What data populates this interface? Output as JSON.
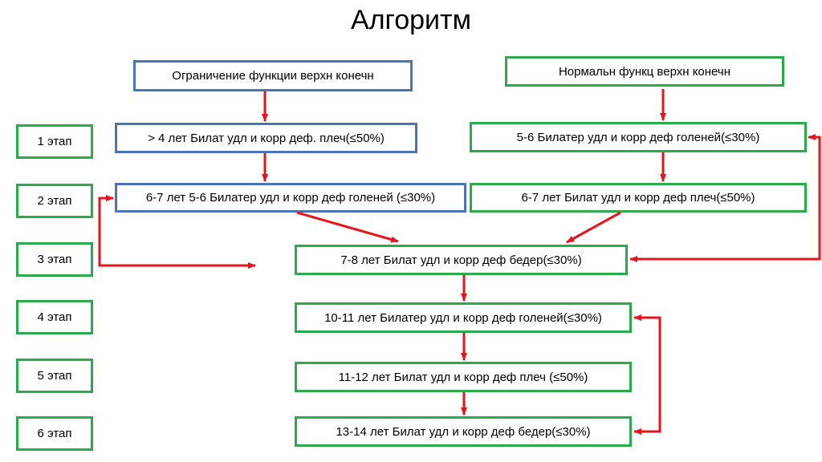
{
  "title": "Алгоритм",
  "stages": [
    "1 этап",
    "2 этап",
    "3 этап",
    "4 этап",
    "5 этап",
    "6 этап"
  ],
  "boxes": {
    "limited_header": "Ограничение функции верхн конечн",
    "normal_header": "Нормальн функц верхн конечн",
    "limited_stage1": "> 4 лет Билат удл и корр деф. плеч(≤50%)",
    "limited_stage2": "6-7 лет 5-6 Билатер удл и корр деф голеней  (≤30%)",
    "normal_stage1": "5-6 Билатер удл и корр деф голеней(≤30%)",
    "normal_stage2": "6-7 лет Билат удл и корр деф плеч(≤50%)",
    "stage3": "7-8 лет Билат удл и корр деф бедер(≤30%)",
    "stage4": "10-11 лет Билатер удл и корр деф голеней(≤30%)",
    "stage5": "11-12 лет Билат удл и корр деф плеч (≤50%)",
    "stage6": "13-14 лет Билат удл и корр деф бедер(≤30%)"
  },
  "colors": {
    "left_branch_border": "#4a74b4",
    "stage_border": "#2aaa4a",
    "arrow": "#e8141c"
  }
}
